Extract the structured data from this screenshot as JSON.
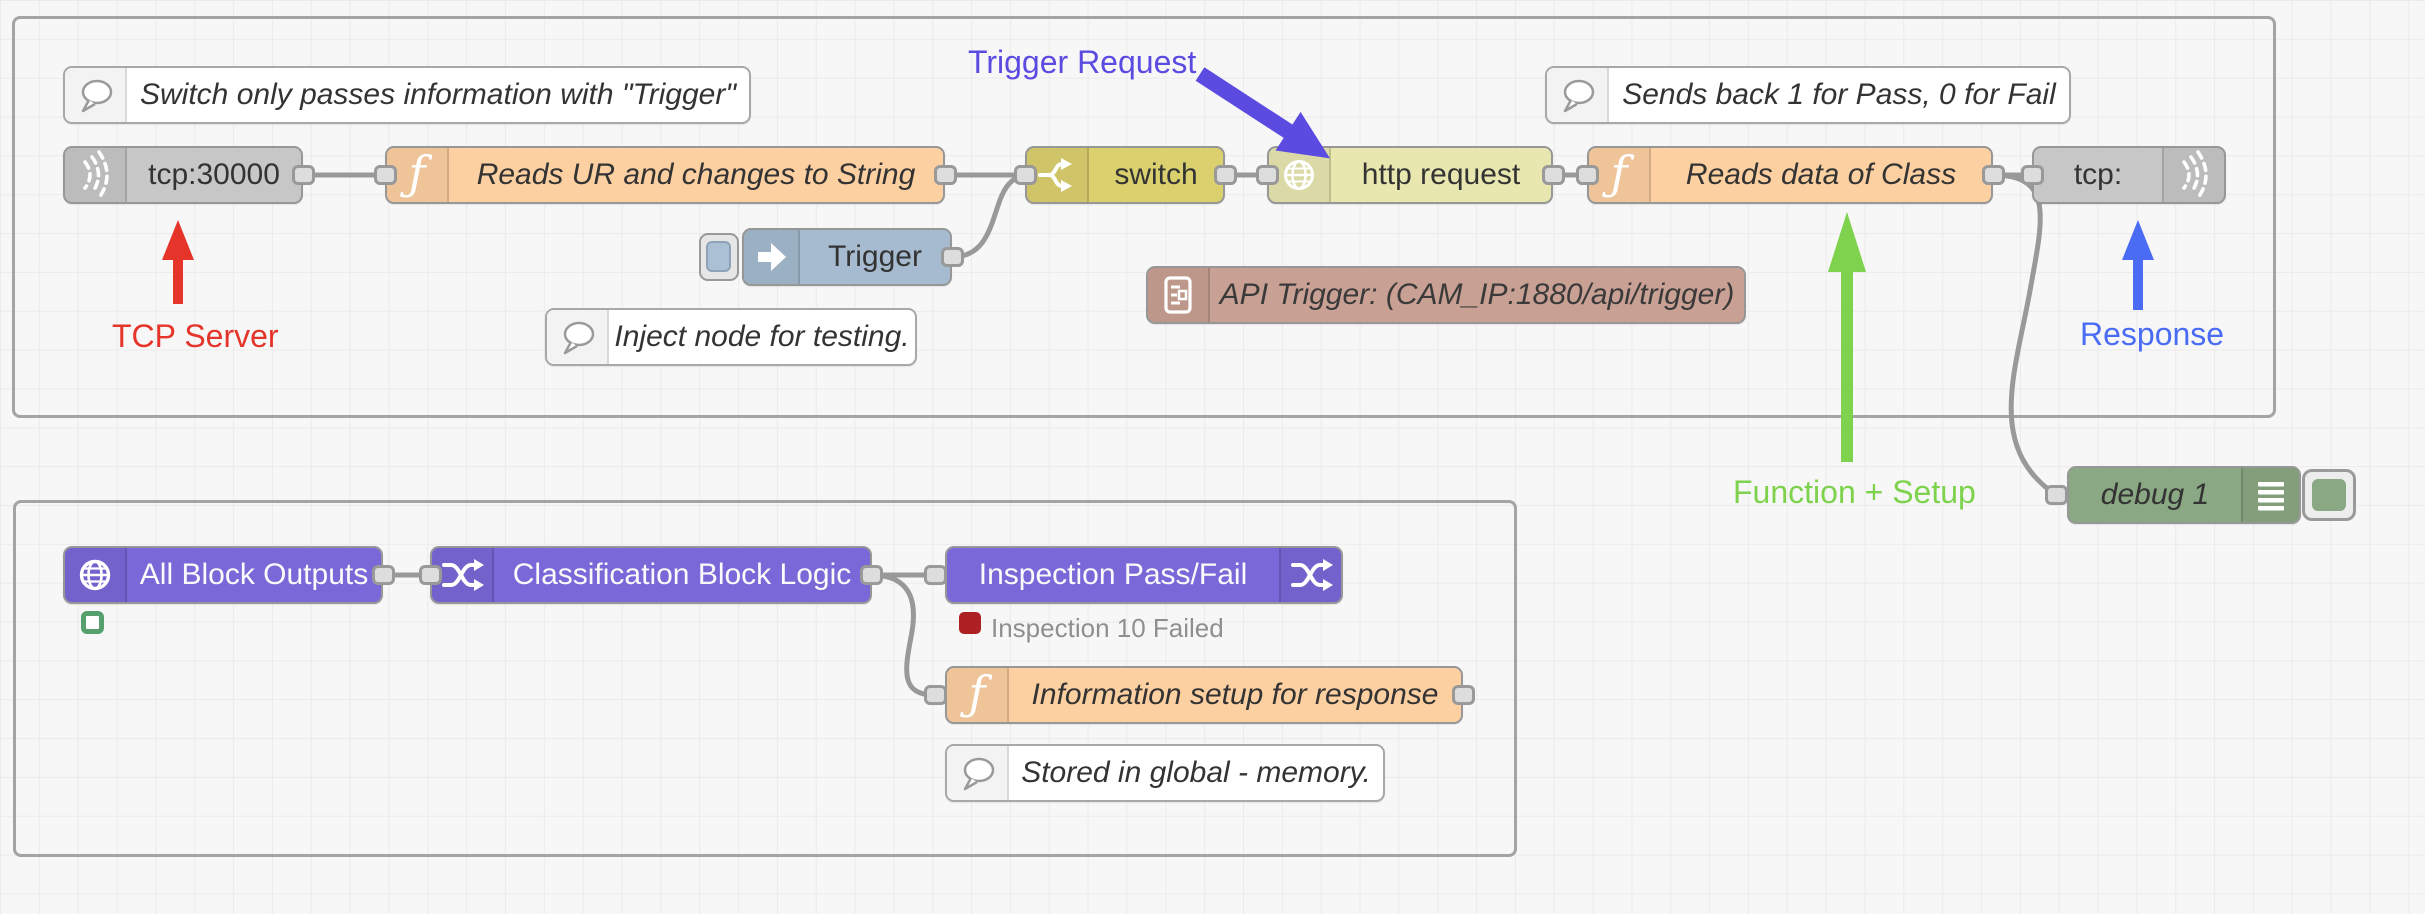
{
  "app": {
    "name": "Node-RED flow editor canvas"
  },
  "colors": {
    "canvas_bg": "#f7f7f7",
    "grid_line": "#ebebeb",
    "wire": "#999999",
    "group_border": "#a4a4a4",
    "tcp_node": "#c7c7c7",
    "function_node": "#fdd0a2",
    "switch_node": "#dbd06e",
    "http_node": "#e8e7b0",
    "inject_node": "#a6bbcf",
    "purple_node": "#7b68d8",
    "api_node": "#c9a094",
    "debug_node": "#8aa883",
    "status_red": "#ad2024",
    "status_green_ring": "#56a06e"
  },
  "comments": {
    "switch_note": {
      "label": "Switch only passes information with \"Trigger\""
    },
    "sends_back_note": {
      "label": "Sends back 1 for Pass, 0 for Fail"
    },
    "inject_note": {
      "label": "Inject node for testing."
    },
    "stored_global_note": {
      "label": "Stored in global - memory."
    }
  },
  "nodes": {
    "tcp_in": {
      "label": "tcp:30000"
    },
    "func_read_ur": {
      "label": "Reads UR and changes to String"
    },
    "inject_trigger": {
      "label": "Trigger"
    },
    "switch": {
      "label": "switch"
    },
    "http_request": {
      "label": "http request"
    },
    "func_read_class": {
      "label": "Reads data of Class"
    },
    "tcp_out": {
      "label": "tcp:"
    },
    "api_trigger": {
      "label": "API Trigger: (CAM_IP:1880/api/trigger)"
    },
    "debug1": {
      "label": "debug 1"
    },
    "all_block_outputs": {
      "label": "All Block Outputs"
    },
    "classification_logic": {
      "label": "Classification Block Logic"
    },
    "inspection_passfail": {
      "label": "Inspection Pass/Fail"
    },
    "func_info_setup": {
      "label": "Information setup for response"
    }
  },
  "status": {
    "inspection": {
      "text": "Inspection 10 Failed",
      "color": "#ad2024"
    },
    "all_block_outputs": {
      "text": "",
      "ring_color": "#56a06e"
    }
  },
  "annotations": {
    "trigger_request": {
      "label": "Trigger Request",
      "color": "#5b4be0"
    },
    "tcp_server": {
      "label": "TCP Server",
      "color": "#e5352b"
    },
    "response": {
      "label": "Response",
      "color": "#4a6cf5"
    },
    "function_setup": {
      "label": "Function + Setup",
      "color": "#7ed24e"
    }
  }
}
